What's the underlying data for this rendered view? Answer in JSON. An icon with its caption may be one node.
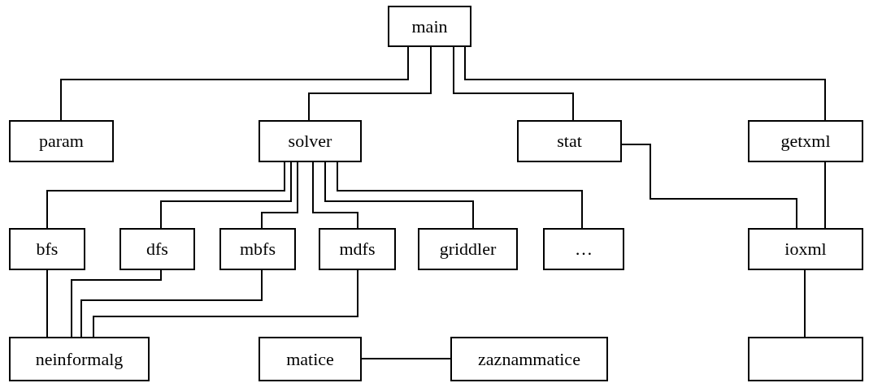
{
  "diagram": {
    "nodes": [
      {
        "text": [
          "main"
        ]
      },
      {
        "text": [
          "param"
        ]
      },
      {
        "text": [
          "solver"
        ]
      },
      {
        "text": [
          "stat"
        ]
      },
      {
        "text": [
          "getxml"
        ]
      },
      {
        "text": [
          "bfs"
        ]
      },
      {
        "text": [
          "dfs"
        ]
      },
      {
        "text": [
          "mbfs"
        ]
      },
      {
        "text": [
          "mdfs"
        ]
      },
      {
        "text": [
          "griddler"
        ]
      },
      {
        "text": [
          "…"
        ]
      },
      {
        "text": [
          "ioxml"
        ]
      },
      {
        "text": [
          "neinformalg"
        ]
      },
      {
        "text": [
          "matice"
        ]
      },
      {
        "text": [
          "zaznammatice"
        ]
      },
      {
        "text": [],
        "shape": "box"
      }
    ],
    "edges": [
      {
        "from": 0,
        "to": 1,
        "arrow": "none"
      },
      {
        "from": 0,
        "to": 2,
        "arrow": "none"
      },
      {
        "from": 0,
        "to": 3,
        "arrow": "none"
      },
      {
        "from": 0,
        "to": 4,
        "arrow": "none"
      },
      {
        "from": 2,
        "to": 5,
        "arrow": "none"
      },
      {
        "from": 2,
        "to": 6,
        "arrow": "none"
      },
      {
        "from": 2,
        "to": 7,
        "arrow": "none"
      },
      {
        "from": 2,
        "to": 8,
        "arrow": "none"
      },
      {
        "from": 2,
        "to": 9,
        "arrow": "none"
      },
      {
        "from": 2,
        "to": 10,
        "arrow": "none"
      },
      {
        "from": 3,
        "to": 11,
        "arrow": "none"
      },
      {
        "from": 4,
        "to": 11,
        "arrow": "none"
      },
      {
        "from": 5,
        "to": 12,
        "arrow": "none"
      },
      {
        "from": 6,
        "to": 12,
        "arrow": "none"
      },
      {
        "from": 7,
        "to": 12,
        "arrow": "none"
      },
      {
        "from": 8,
        "to": 12,
        "arrow": "none"
      },
      {
        "from": 13,
        "to": 14,
        "arrow": "none"
      },
      {
        "from": 11,
        "to": 15,
        "arrow": "none"
      }
    ]
  }
}
